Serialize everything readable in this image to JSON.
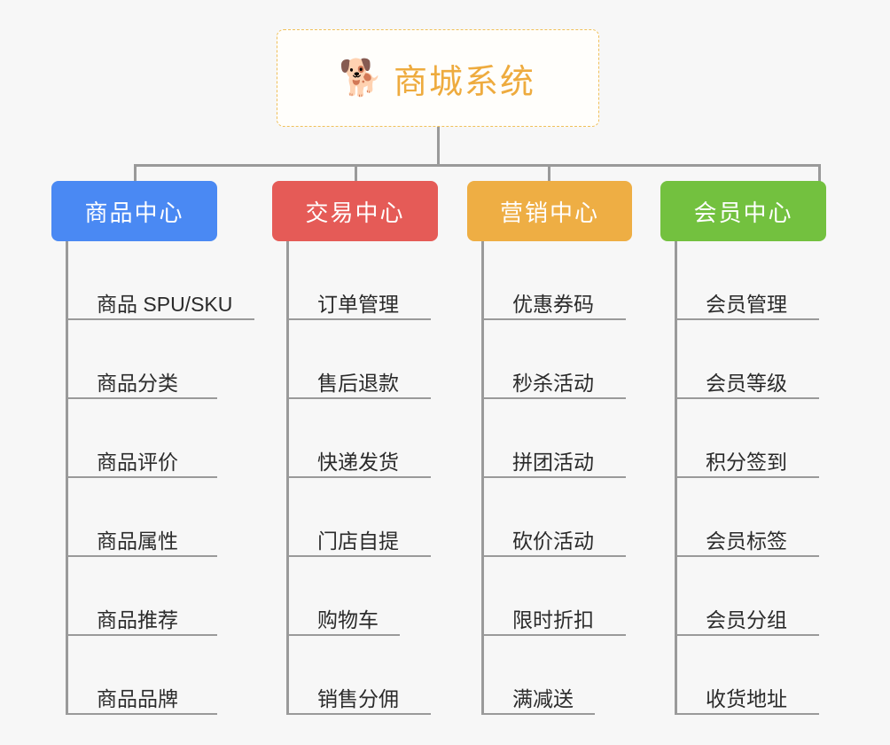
{
  "root": {
    "icon": "dog-face-icon",
    "icon_glyph": "🐕",
    "title": "商城系统",
    "border_color": "#f0c05a",
    "text_color": "#eeab3e",
    "background": "#fffefb"
  },
  "canvas": {
    "background": "#f7f7f7",
    "connector_color": "#9a9a9a"
  },
  "branches": [
    {
      "id": "product-center",
      "label": "商品中心",
      "color": "#4a89f3",
      "items": [
        {
          "label": "商品 SPU/SKU",
          "width": "wide"
        },
        {
          "label": "商品分类",
          "width": "normal"
        },
        {
          "label": "商品评价",
          "width": "normal"
        },
        {
          "label": "商品属性",
          "width": "normal"
        },
        {
          "label": "商品推荐",
          "width": "normal"
        },
        {
          "label": "商品品牌",
          "width": "normal"
        }
      ]
    },
    {
      "id": "trade-center",
      "label": "交易中心",
      "color": "#e55b57",
      "items": [
        {
          "label": "订单管理",
          "width": "normal"
        },
        {
          "label": "售后退款",
          "width": "normal"
        },
        {
          "label": "快递发货",
          "width": "normal"
        },
        {
          "label": "门店自提",
          "width": "normal"
        },
        {
          "label": "购物车",
          "width": "short"
        },
        {
          "label": "销售分佣",
          "width": "normal"
        }
      ]
    },
    {
      "id": "marketing-center",
      "label": "营销中心",
      "color": "#eeae44",
      "items": [
        {
          "label": "优惠券码",
          "width": "normal"
        },
        {
          "label": "秒杀活动",
          "width": "normal"
        },
        {
          "label": "拼团活动",
          "width": "normal"
        },
        {
          "label": "砍价活动",
          "width": "normal"
        },
        {
          "label": "限时折扣",
          "width": "normal"
        },
        {
          "label": "满减送",
          "width": "short"
        }
      ]
    },
    {
      "id": "member-center",
      "label": "会员中心",
      "color": "#73c13f",
      "items": [
        {
          "label": "会员管理",
          "width": "normal"
        },
        {
          "label": "会员等级",
          "width": "normal"
        },
        {
          "label": "积分签到",
          "width": "normal"
        },
        {
          "label": "会员标签",
          "width": "normal"
        },
        {
          "label": "会员分组",
          "width": "normal"
        },
        {
          "label": "收货地址",
          "width": "normal"
        }
      ]
    }
  ]
}
